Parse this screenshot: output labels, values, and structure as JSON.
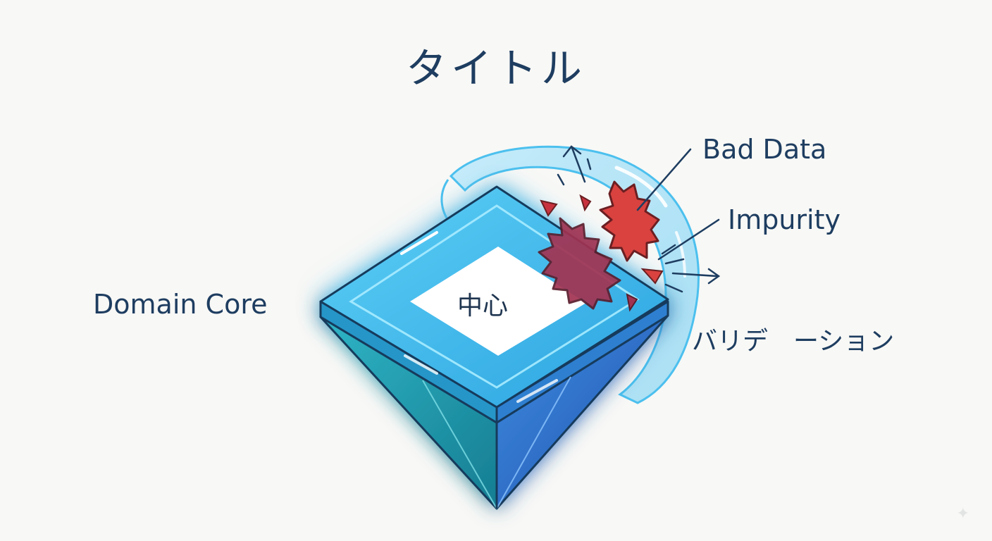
{
  "title": "タイトル",
  "labels": {
    "domain_core": "Domain Core",
    "center": "中心",
    "bad_data": "Bad Data",
    "impurity": "Impurity",
    "validation": "バリデ　ーション"
  },
  "colors": {
    "background": "#f8f8f6",
    "text": "#1e3d60",
    "crystal_top": "#3fb8ec",
    "crystal_glow": "#7fd6ff",
    "crystal_left_face": "#1f9aa6",
    "crystal_right_face": "#2f66c8",
    "core_square": "#ffffff",
    "shield": "#8fd8f4",
    "bad_data_red": "#d9423f",
    "impurity_crimson": "#a3304f"
  },
  "icons": [
    "sparkle-icon"
  ]
}
